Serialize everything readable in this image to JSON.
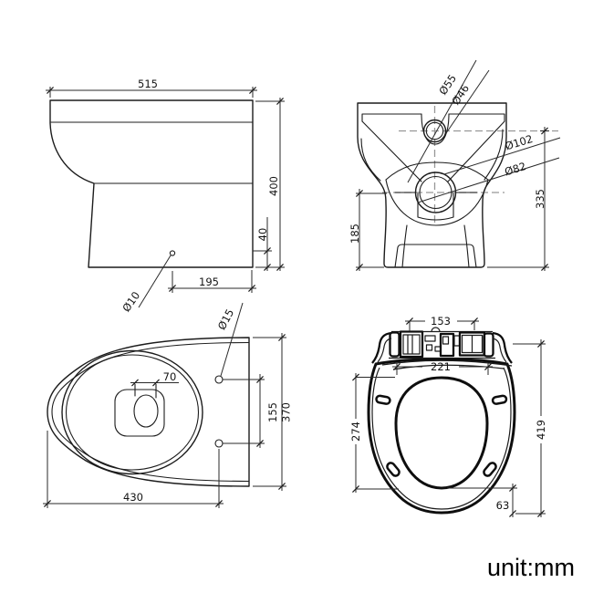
{
  "drawing": {
    "side_view": {
      "width": "515",
      "height": "400",
      "outlet_rise": "40",
      "outlet_setback": "195",
      "drain_dia": "Ø10"
    },
    "back_view": {
      "inlet_outer_dia": "Ø55",
      "inlet_inner_dia": "Ø46",
      "outlet_outer_dia": "Ø102",
      "outlet_inner_dia": "Ø82",
      "inlet_height": "335",
      "outlet_height": "185"
    },
    "plan_view": {
      "flush_width": "70",
      "fixing_hole_dia": "Ø15",
      "hole_spacing": "155",
      "pan_width": "370",
      "hole_to_front": "430"
    },
    "seat_view": {
      "hinge_span": "153",
      "inner_width": "221",
      "inner_length": "274",
      "total_length": "419",
      "rear_depth": "63"
    },
    "unit_label": "unit:mm"
  }
}
